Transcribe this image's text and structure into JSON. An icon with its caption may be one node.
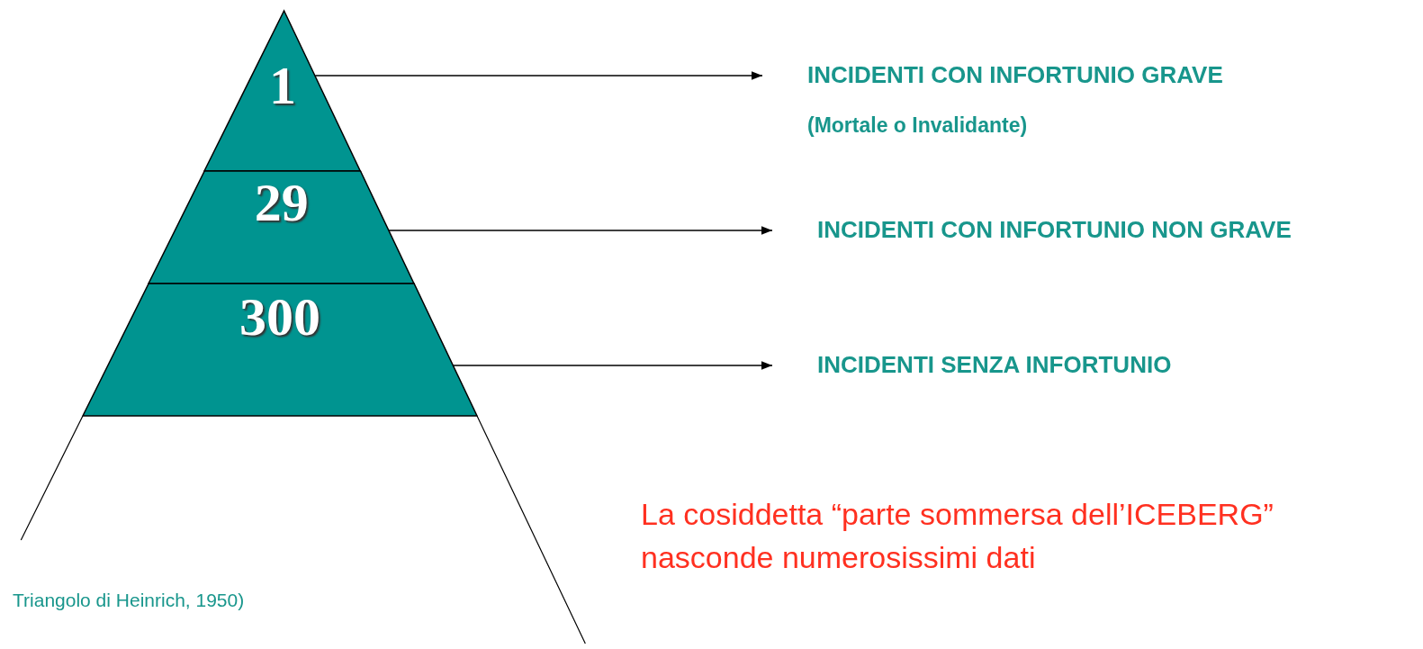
{
  "diagram": {
    "nodes": [
      {
        "text": [
          "1"
        ]
      },
      {
        "text": [
          "29"
        ]
      },
      {
        "text": [
          "300"
        ]
      },
      {
        "text": [
          "INCIDENTI  CON  INFORTUNIO  GRAVE",
          "(Mortale   o Invalidante)"
        ]
      },
      {
        "text": [
          "INCIDENTI CON INFORTUNIO NON GRAVE"
        ]
      },
      {
        "text": [
          "INCIDENTI  SENZA  INFORTUNIO"
        ]
      }
    ],
    "edges": [
      {
        "from": 0,
        "to": 3,
        "arrow": "to"
      },
      {
        "from": 1,
        "to": 4,
        "arrow": "to"
      },
      {
        "from": 2,
        "to": 5,
        "arrow": "to"
      }
    ],
    "labels": [
      "La cosiddetta “parte sommersa dell’ICEBERG” nasconde numerosissimi dati",
      "Triangolo di Heinrich, 1950)"
    ]
  }
}
